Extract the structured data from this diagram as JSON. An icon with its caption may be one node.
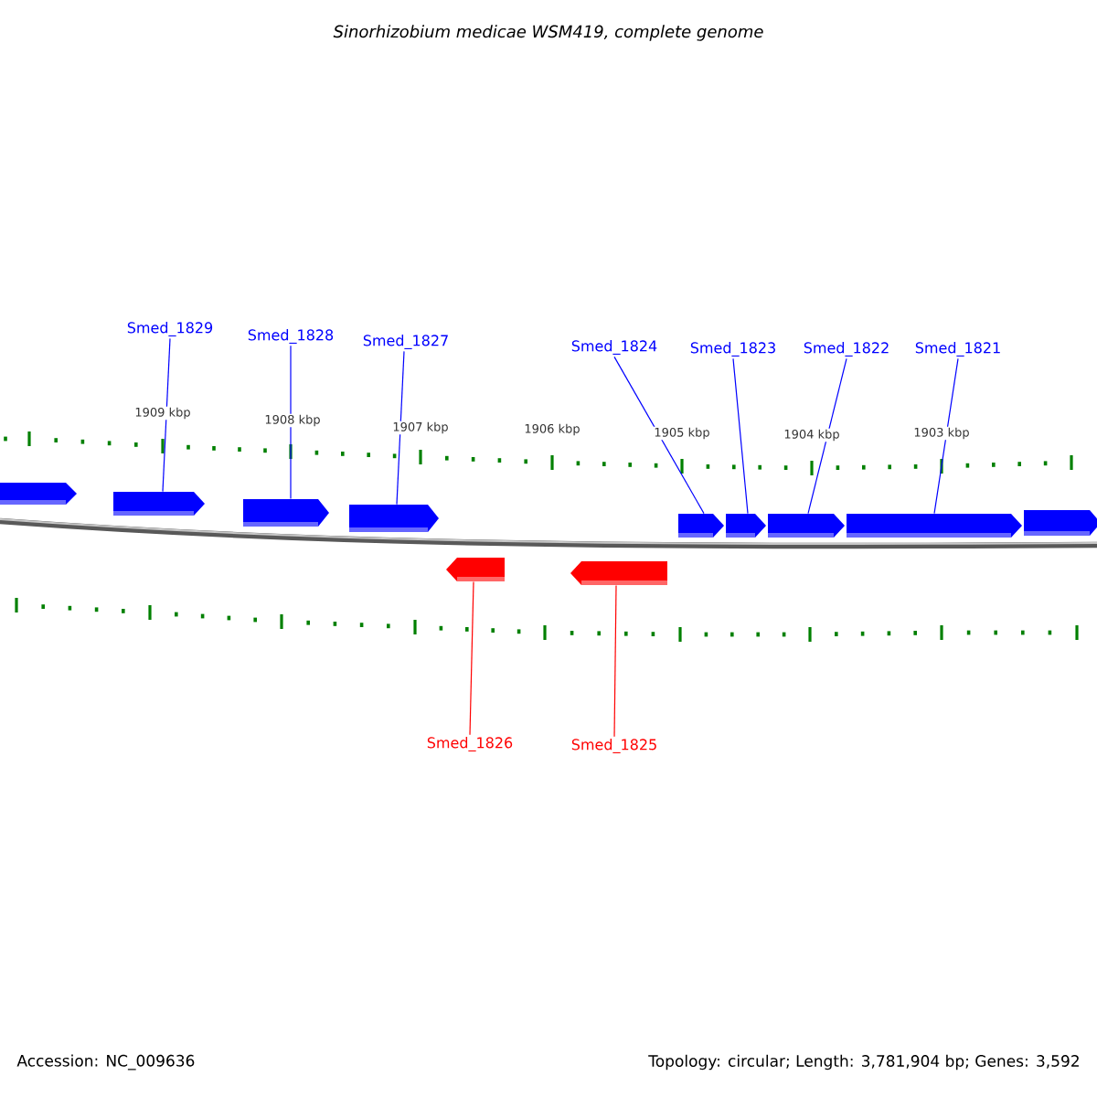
{
  "diagram": {
    "title": "Sinorhizobium medicae WSM419, complete genome",
    "nodes": [
      {
        "text": [
          "Smed_1829"
        ]
      },
      {
        "text": [
          "Smed_1828"
        ]
      },
      {
        "text": [
          "Smed_1827"
        ]
      },
      {
        "text": [
          "Smed_1824"
        ]
      },
      {
        "text": [
          "Smed_1823"
        ]
      },
      {
        "text": [
          "Smed_1822"
        ]
      },
      {
        "text": [
          "Smed_1821"
        ]
      },
      {
        "text": [
          "Smed_1826"
        ]
      },
      {
        "text": [
          "Smed_1825"
        ]
      },
      {
        "text": [],
        "shape": "arrow"
      },
      {
        "text": [],
        "shape": "arrow"
      },
      {
        "text": [],
        "shape": "arrow"
      },
      {
        "text": [],
        "shape": "arrow"
      },
      {
        "text": [],
        "shape": "arrow"
      },
      {
        "text": [],
        "shape": "arrow"
      },
      {
        "text": [],
        "shape": "arrow"
      },
      {
        "text": [],
        "shape": "arrow"
      },
      {
        "text": [],
        "shape": "arrow"
      },
      {
        "text": [],
        "shape": "arrow"
      },
      {
        "text": [],
        "shape": "arrow"
      }
    ],
    "edges": [
      {
        "from": 0,
        "to": 10,
        "arrow": "none"
      },
      {
        "from": 1,
        "to": 11,
        "arrow": "none"
      },
      {
        "from": 2,
        "to": 12,
        "arrow": "none"
      },
      {
        "from": 3,
        "to": 15,
        "arrow": "none"
      },
      {
        "from": 4,
        "to": 16,
        "arrow": "none"
      },
      {
        "from": 5,
        "to": 17,
        "arrow": "none"
      },
      {
        "from": 6,
        "to": 18,
        "arrow": "none"
      },
      {
        "from": 7,
        "to": 13,
        "arrow": "none",
        "color": "#ff0000"
      },
      {
        "from": 8,
        "to": 14,
        "arrow": "none",
        "color": "#ff0000"
      }
    ],
    "labels": [
      "1909 kbp",
      "1908 kbp",
      "1907 kbp",
      "1906 kbp",
      "1905 kbp",
      "1904 kbp",
      "1903 kbp",
      "Accession: NC_009636",
      "Topology: circular; Length: 3,781,904 bp; Genes: 3,592"
    ]
  }
}
